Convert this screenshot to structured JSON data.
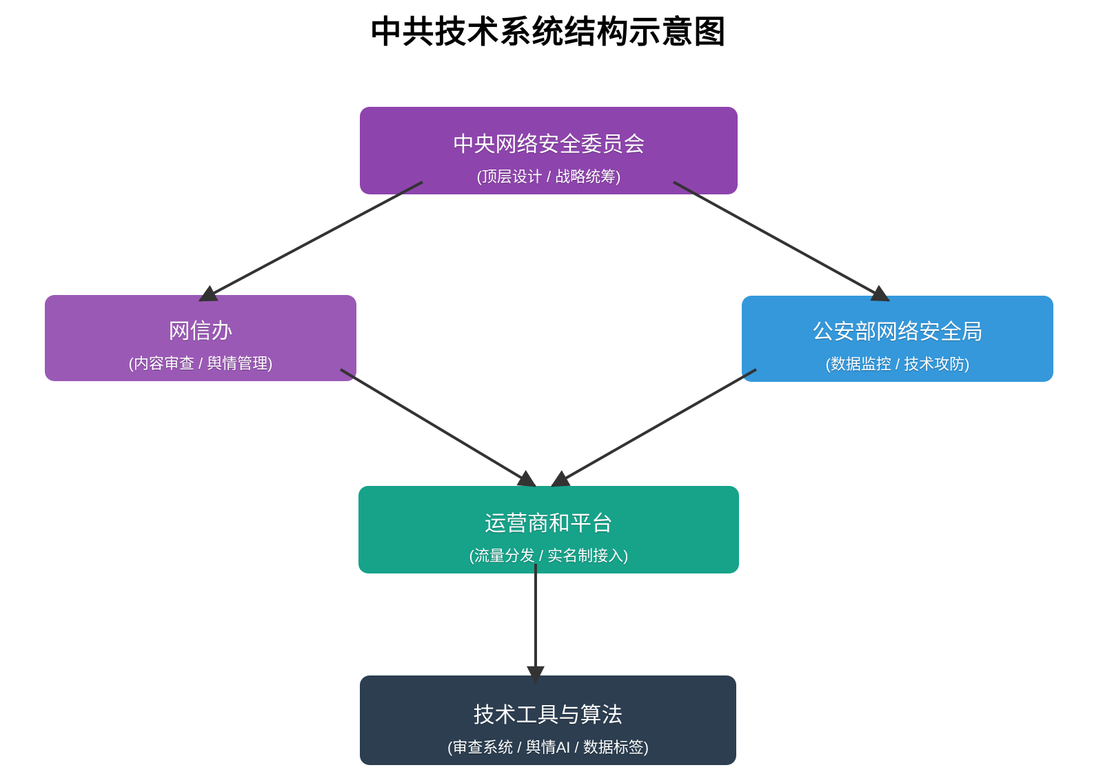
{
  "title": "中共技术系统结构示意图",
  "nodes": {
    "central": {
      "label": "中央网络安全委员会",
      "sublabel": "(顶层设计 / 战略统筹)",
      "color": "#8e44ad"
    },
    "cac": {
      "label": "网信办",
      "sublabel": "(内容审查 / 舆情管理)",
      "color": "#9b59b6"
    },
    "mps": {
      "label": "公安部网络安全局",
      "sublabel": "(数据监控 / 技术攻防)",
      "color": "#3498db"
    },
    "platform": {
      "label": "运营商和平台",
      "sublabel": "(流量分发 / 实名制接入)",
      "color": "#16a38a"
    },
    "tools": {
      "label": "技术工具与算法",
      "sublabel": "(审查系统 / 舆情AI / 数据标签)",
      "color": "#2c3e50"
    }
  },
  "edges": [
    {
      "from": "中央网络安全委员会",
      "to": "网信办"
    },
    {
      "from": "中央网络安全委员会",
      "to": "公安部网络安全局"
    },
    {
      "from": "网信办",
      "to": "运营商和平台"
    },
    {
      "from": "公安部网络安全局",
      "to": "运营商和平台"
    },
    {
      "from": "运营商和平台",
      "to": "技术工具与算法"
    }
  ],
  "colors": {
    "arrow": "#333333",
    "node_text": "#ffffff",
    "title_text": "#000000",
    "background": "#ffffff"
  }
}
